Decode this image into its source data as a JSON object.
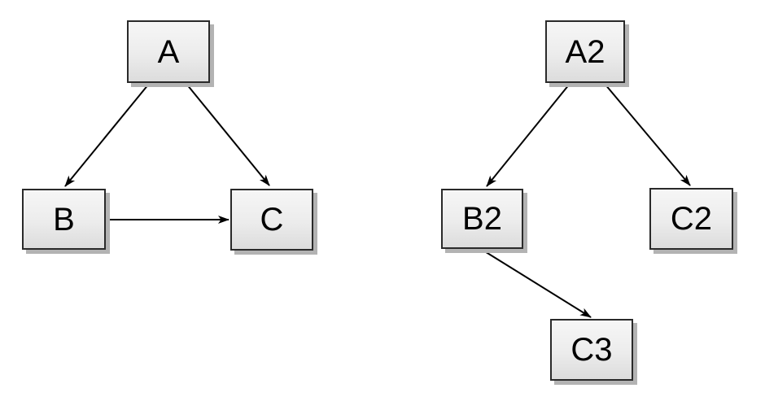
{
  "diagrams": {
    "left": {
      "nodes": [
        {
          "id": "A",
          "label": "A"
        },
        {
          "id": "B",
          "label": "B"
        },
        {
          "id": "C",
          "label": "C"
        }
      ],
      "edges": [
        {
          "from": "A",
          "to": "B"
        },
        {
          "from": "A",
          "to": "C"
        },
        {
          "from": "B",
          "to": "C"
        }
      ]
    },
    "right": {
      "nodes": [
        {
          "id": "A2",
          "label": "A2"
        },
        {
          "id": "B2",
          "label": "B2"
        },
        {
          "id": "C2",
          "label": "C2"
        },
        {
          "id": "C3",
          "label": "C3"
        }
      ],
      "edges": [
        {
          "from": "A2",
          "to": "B2"
        },
        {
          "from": "A2",
          "to": "C2"
        },
        {
          "from": "B2",
          "to": "C3"
        }
      ]
    }
  },
  "colors": {
    "canvas": "#ffffff",
    "node_fill_top": "#f6f6f6",
    "node_fill_bottom": "#dcdcdc",
    "node_border": "#2a2a2a",
    "node_shadow": "#b3b3b3",
    "edge": "#000000",
    "text": "#000000"
  }
}
